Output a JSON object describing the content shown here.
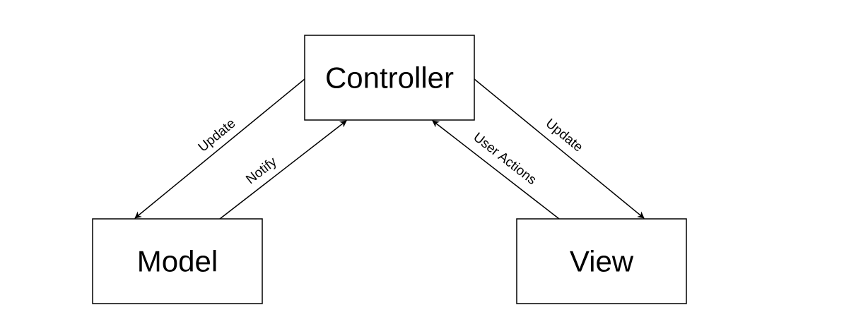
{
  "nodes": {
    "controller": "Controller",
    "model": "Model",
    "view": "View"
  },
  "edges": {
    "controller_to_model": "Update",
    "model_to_controller": "Notify",
    "view_to_controller": "User Actions",
    "controller_to_view": "Update"
  },
  "colors": {
    "stroke": "#000000",
    "background": "#ffffff"
  }
}
